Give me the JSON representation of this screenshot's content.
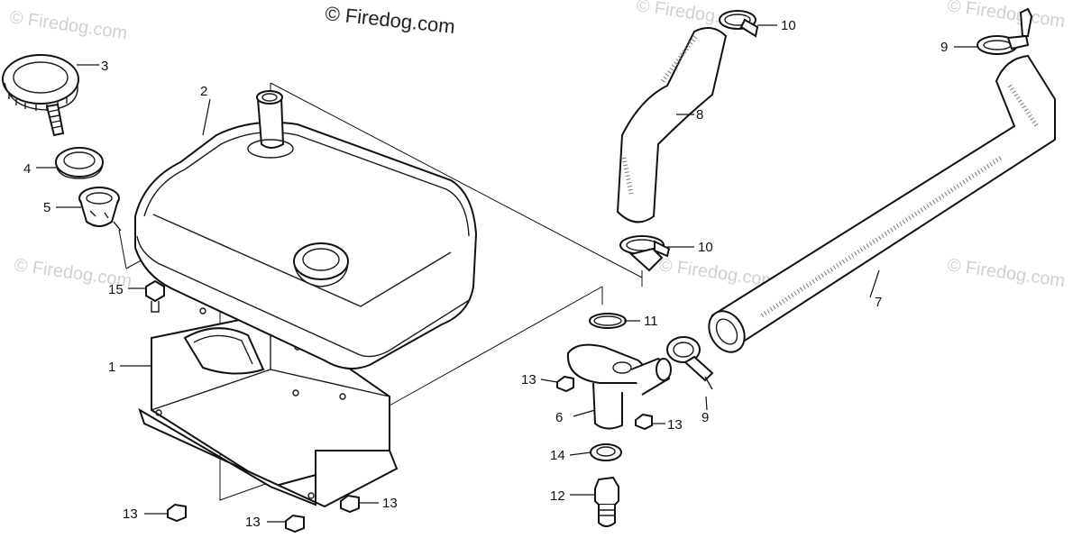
{
  "copyright": "© Firedog.com",
  "watermark": "© Firedog.com",
  "callouts": {
    "c1": "1",
    "c2": "2",
    "c3": "3",
    "c4": "4",
    "c5": "5",
    "c6": "6",
    "c7": "7",
    "c8": "8",
    "c9a": "9",
    "c9b": "9",
    "c10a": "10",
    "c10b": "10",
    "c11": "11",
    "c12": "12",
    "c13a": "13",
    "c13b": "13",
    "c13c": "13",
    "c13d": "13",
    "c13e": "13",
    "c14": "14",
    "c15": "15"
  }
}
